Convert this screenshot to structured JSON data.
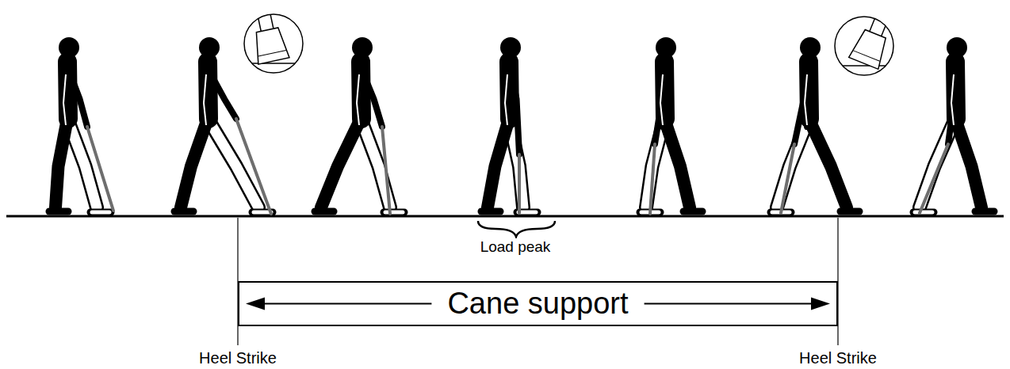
{
  "diagram": {
    "nodes": [
      {
        "text": [
          "Cane support"
        ]
      }
    ],
    "labels": [
      "Load peak",
      "Heel Strike",
      "Heel Strike"
    ]
  }
}
